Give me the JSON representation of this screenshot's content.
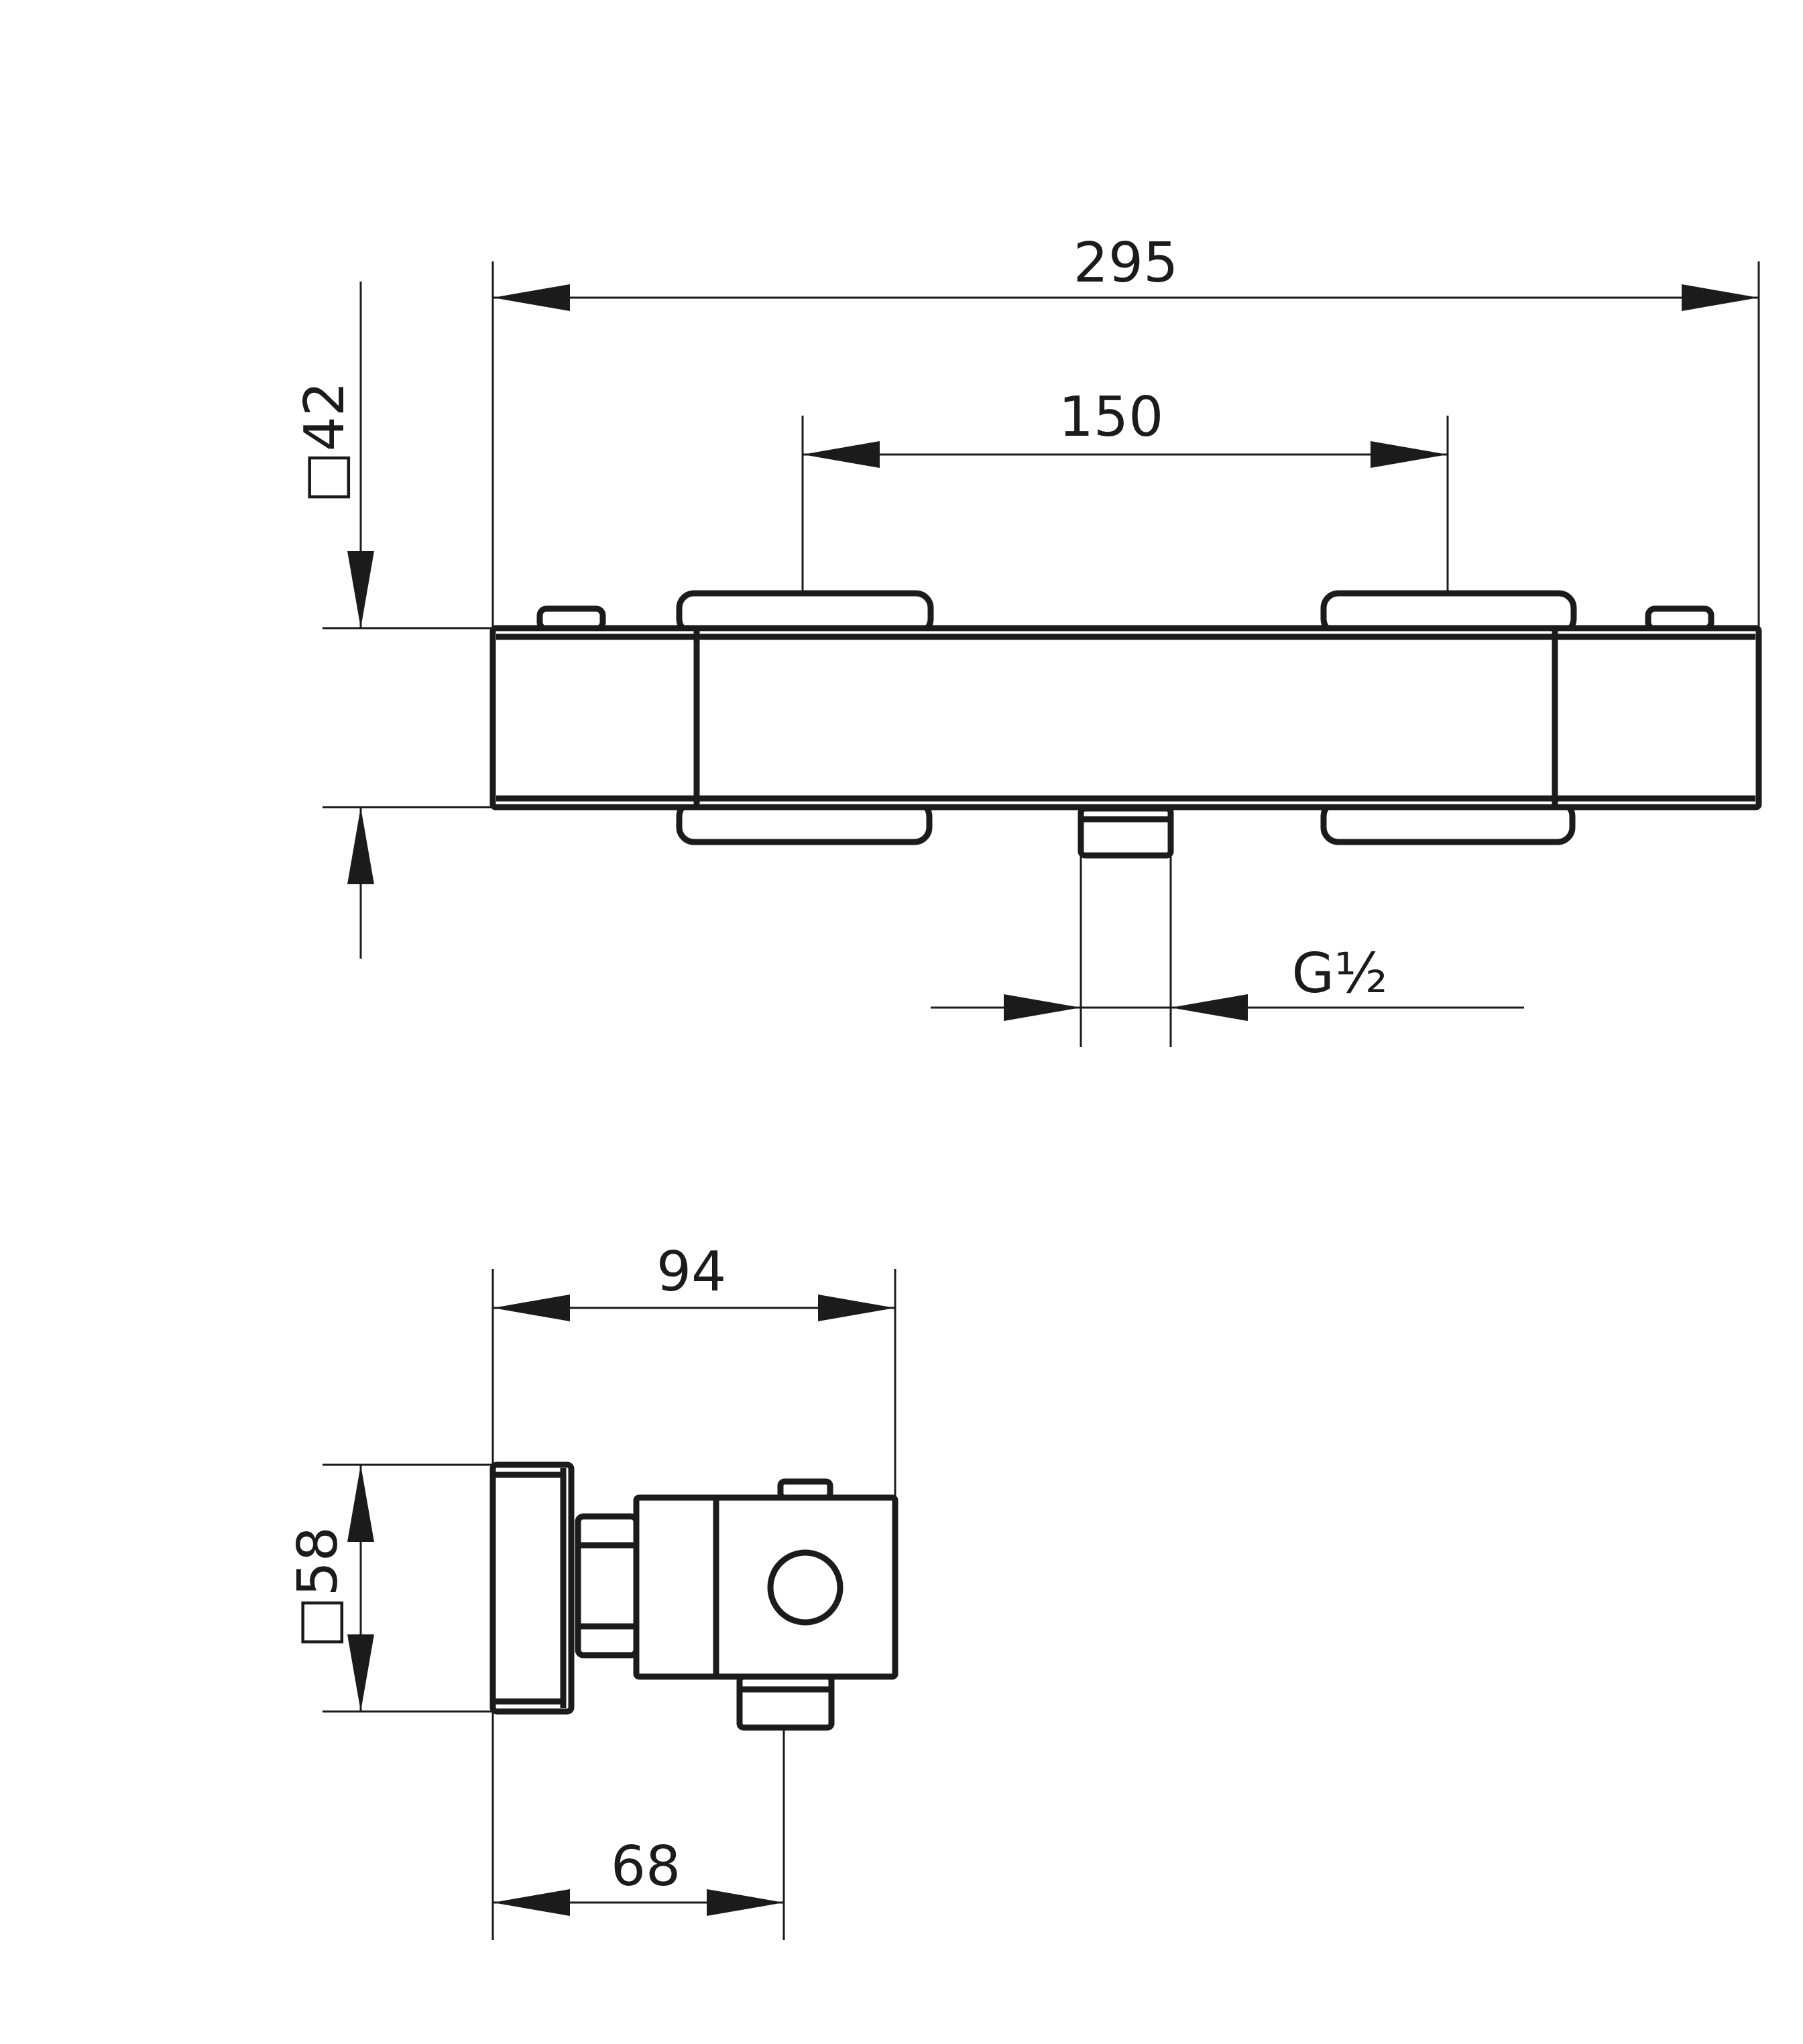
{
  "dimensions": {
    "overall_length": "295",
    "inlet_spacing": "150",
    "body_square": "□42",
    "thread": "G½",
    "depth": "94",
    "plate_square": "□58",
    "outlet_offset": "68"
  },
  "colors": {
    "ink": "#1b1b1b",
    "background": "#ffffff"
  }
}
